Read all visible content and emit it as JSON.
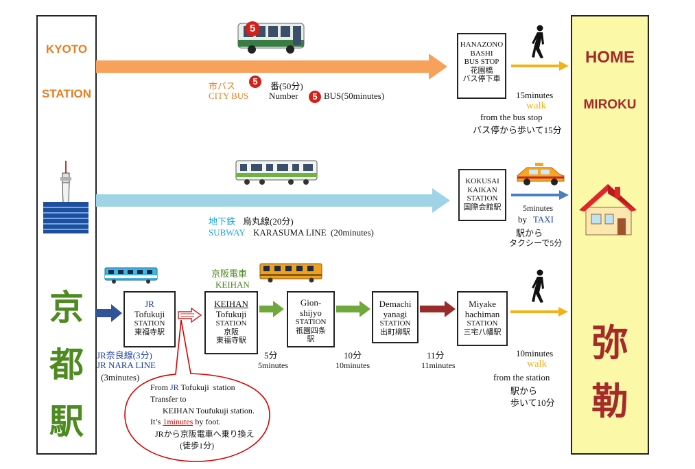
{
  "left_panel": {
    "kyoto": "KYOTO",
    "station": "STATION",
    "kanji": [
      "京",
      "都",
      "駅"
    ]
  },
  "right_panel": {
    "home": "HOME",
    "miroku": "MIROKU",
    "kanji": [
      "弥",
      "勒"
    ]
  },
  "route_bus": {
    "bus_number": "5",
    "line1_jp": "市バス",
    "line1_ban": "番(50分)",
    "line2_en": "CITY BUS",
    "line2_number": "Number",
    "line2_bus": "BUS(50minutes)",
    "stop": [
      "HANAZONO",
      "BASHI",
      "BUS STOP",
      "花園橋",
      "バス停下車"
    ],
    "walk_minutes": "15minutes",
    "walk": "walk",
    "walk_from": "from the bus stop",
    "walk_jp": "バス停から歩いて15分"
  },
  "route_subway": {
    "line1_jp": "地下鉄",
    "line1_rest": "烏丸線(20分)",
    "line2_en": "SUBWAY",
    "line2_rest": "KARASUMA LINE  (20minutes)",
    "stop": [
      "KOKUSAI",
      "KAIKAN",
      "STATION",
      "国際会館駅"
    ],
    "taxi_minutes": "5minutes",
    "by": "by",
    "taxi": "TAXI",
    "taxi_jp1": "駅から",
    "taxi_jp2": "タクシーで5分"
  },
  "route_train": {
    "keihan_label_jp": "京阪電車",
    "keihan_label_en": "KEIHAN",
    "jr_nara_jp": "JR奈良線(3分)",
    "jr_nara_en": "JR NARA LINE",
    "jr_nara_min": "(3minutes)",
    "stations": [
      {
        "lines": [
          "JR",
          "Tofukuji",
          "STATION",
          "東福寺駅"
        ]
      },
      {
        "lines": [
          "KEIHAN",
          "Tofukuji",
          "STATION",
          "京阪",
          "東福寺駅"
        ]
      },
      {
        "lines": [
          "Gion-",
          "shijyo",
          "STATION",
          "祇園四条",
          "駅"
        ]
      },
      {
        "lines": [
          "Demachi",
          "yanagi",
          "STATION",
          "出町柳駅"
        ]
      },
      {
        "lines": [
          "Miyake",
          "hachiman",
          "STATION",
          "三宅八幡駅"
        ]
      }
    ],
    "segments": [
      {
        "jp": "5分",
        "en": "5minutes"
      },
      {
        "jp": "10分",
        "en": "10minutes"
      },
      {
        "jp": "11分",
        "en": "11minutes"
      }
    ],
    "transfer_note": {
      "l1_a": "From",
      "l1_jr": "JR",
      "l1_b": "Tofukuji  station",
      "l2": "Transfer to",
      "l3": "KEIHAN Toufukuji station.",
      "l4_a": "It’s",
      "l4_red": "1minutes",
      "l4_b": "by foot.",
      "l5": "JRから京阪電車へ乗り換え",
      "l6": "(徒歩1分)"
    },
    "walk_minutes": "10minutes",
    "walk": "walk",
    "walk_from": "from the station",
    "walk_jp1": "駅から",
    "walk_jp2": "歩いて10分"
  },
  "colors": {
    "orange": "#f7a15a",
    "light_blue": "#9fd3e6",
    "dark_blue": "#2f5597",
    "green": "#70a83c",
    "dark_red": "#9b2a2a",
    "gold": "#f2b318",
    "right_panel_bg": "#fbf8a8"
  }
}
